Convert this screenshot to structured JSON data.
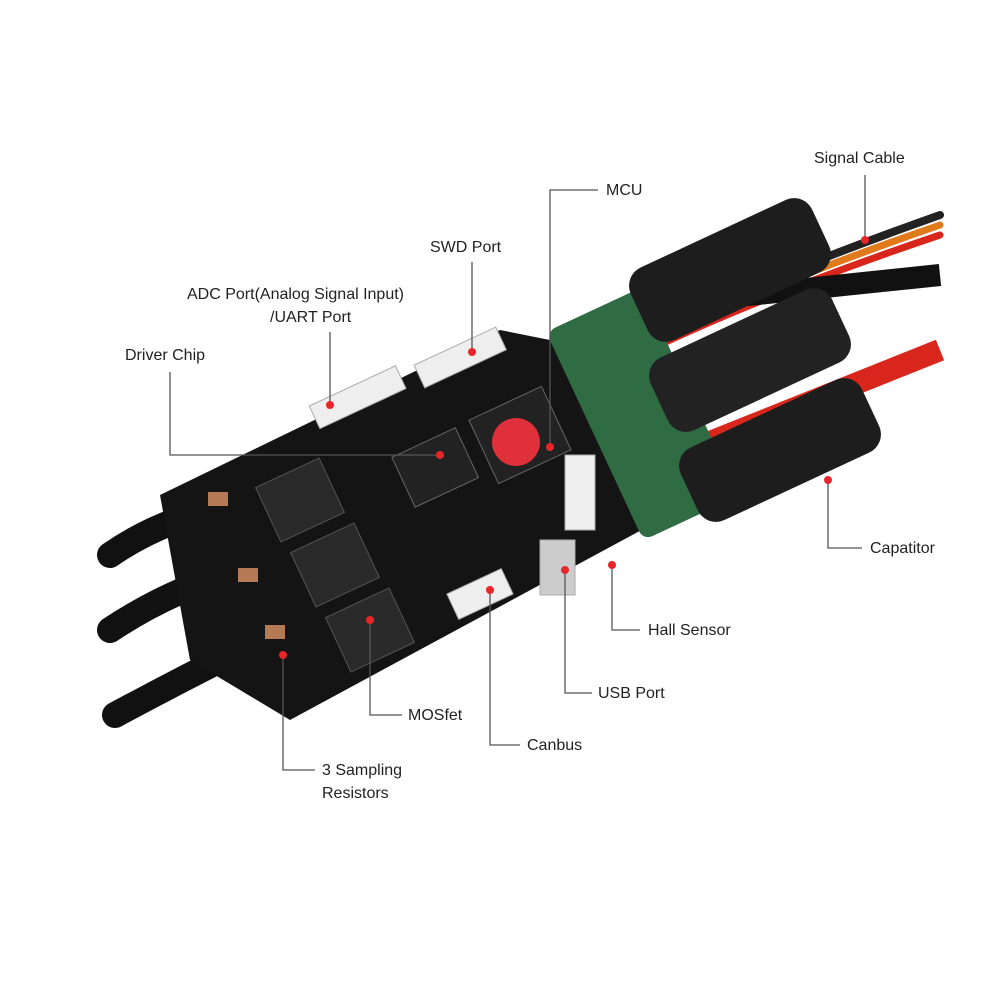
{
  "labels": {
    "signal_cable": "Signal Cable",
    "mcu": "MCU",
    "swd_port": "SWD Port",
    "adc_port_line1": "ADC Port(Analog Signal Input)",
    "adc_port_line2": "/UART Port",
    "driver_chip": "Driver Chip",
    "capacitor": "Capatitor",
    "hall_sensor": "Hall Sensor",
    "usb_port": "USB Port",
    "mosfet": "MOSfet",
    "canbus": "Canbus",
    "sampling_line1": "3 Sampling",
    "sampling_line2": "Resistors"
  },
  "colors": {
    "marker": "#e8262a",
    "leader": "#555555",
    "pcb": "#141414",
    "cable_red": "#d9261c"
  }
}
